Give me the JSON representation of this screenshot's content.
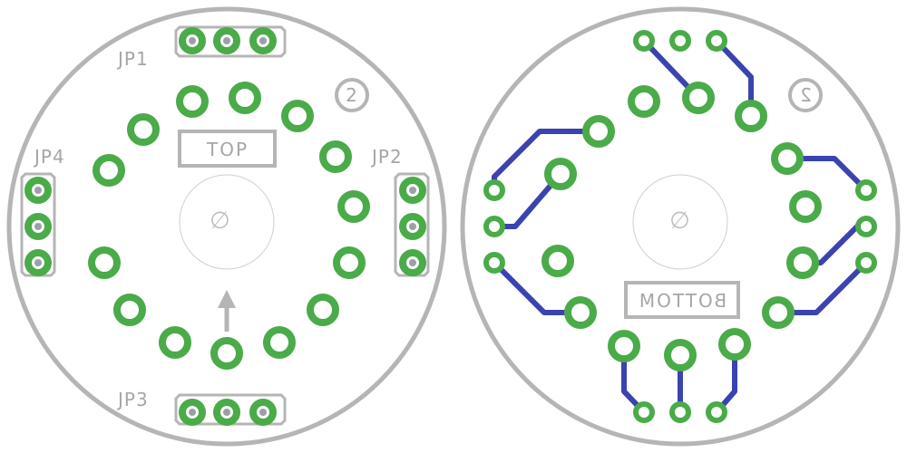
{
  "labels": {
    "jp1": "JP1",
    "jp2": "JP2",
    "jp3": "JP3",
    "jp4": "JP4",
    "top": "TOP",
    "bottom": "BOTTOM",
    "badge": "2",
    "center": "∅"
  },
  "colors": {
    "copper": "#4aab49",
    "trace": "#3b43b0",
    "silkscreen": "#b5b5b5"
  },
  "icons": {
    "orientation": "arrow-up-icon",
    "center": "diameter-icon"
  }
}
